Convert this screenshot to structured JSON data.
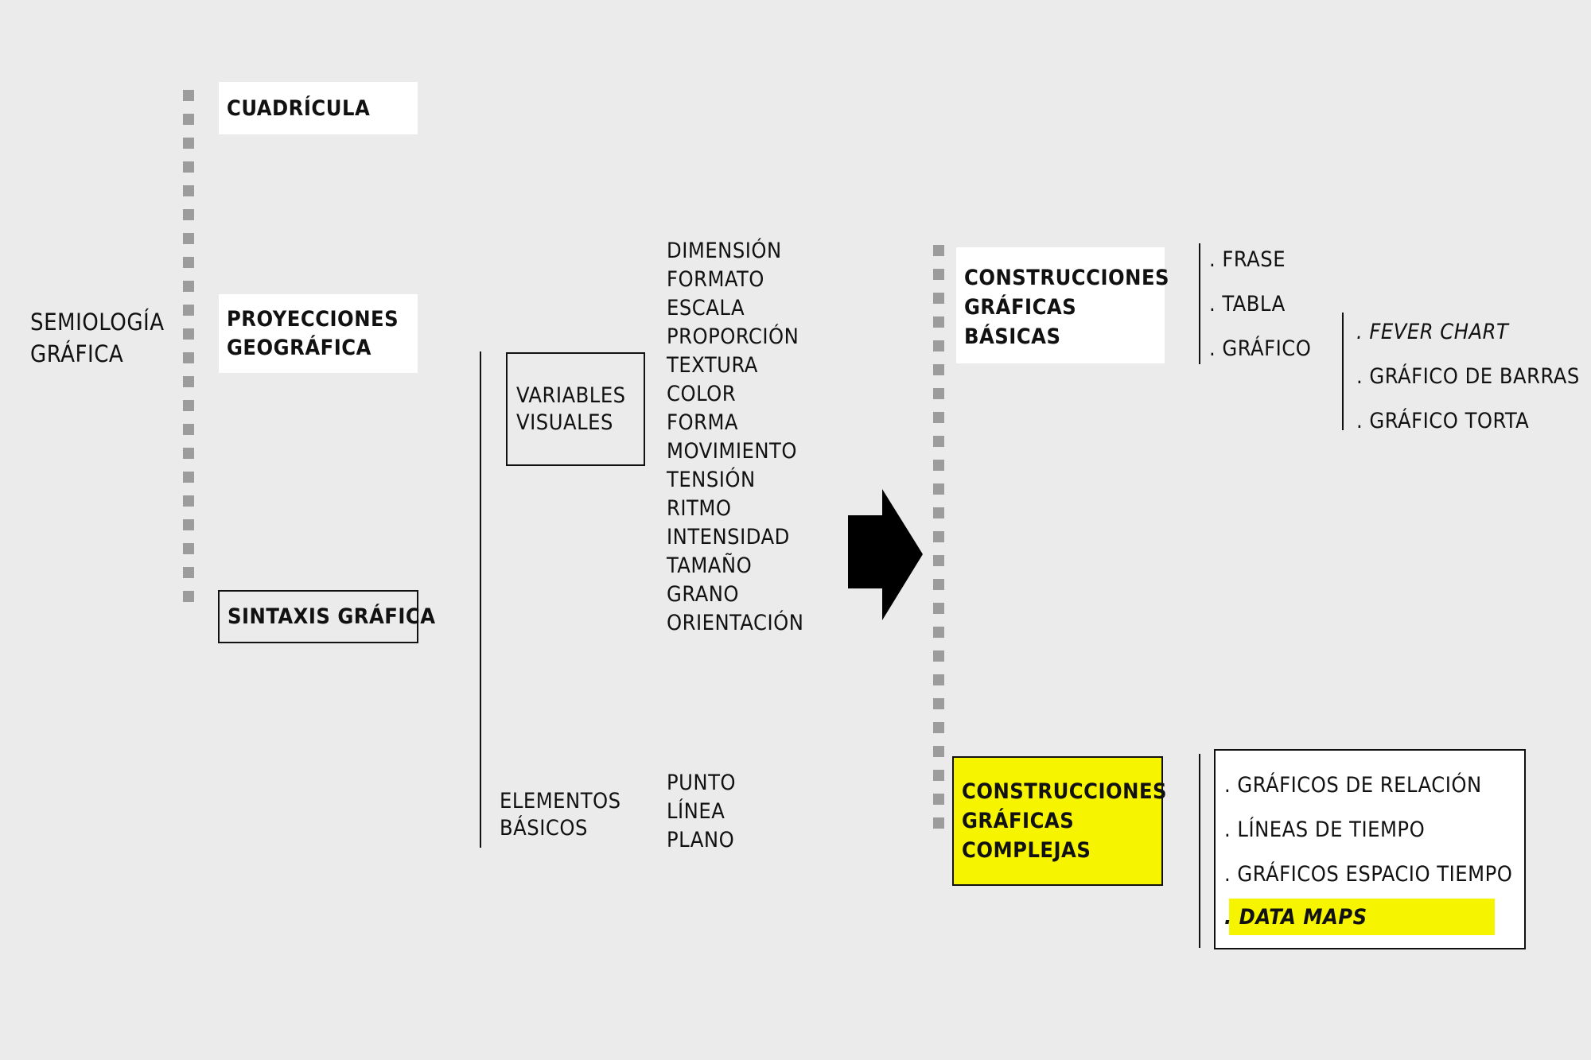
{
  "root": {
    "line1": "SEMIOLOGÍA",
    "line2": "GRÁFICA"
  },
  "branch_a": [
    {
      "id": "cuadricula",
      "label": "CUADRÍCULA"
    },
    {
      "id": "proyecciones",
      "line1": "PROYECCIONES",
      "line2": "GEOGRÁFICA"
    },
    {
      "id": "sintaxis",
      "label": "SINTAXIS GRÁFICA"
    }
  ],
  "variables": {
    "line1": "VARIABLES",
    "line2": "VISUALES",
    "items": [
      "DIMENSIÓN",
      "FORMATO",
      "ESCALA",
      "PROPORCIÓN",
      "TEXTURA",
      "COLOR",
      "FORMA",
      "MOVIMIENTO",
      "TENSIÓN",
      "RITMO",
      "INTENSIDAD",
      "TAMAÑO",
      "GRANO",
      "ORIENTACIÓN"
    ]
  },
  "elementos": {
    "line1": "ELEMENTOS",
    "line2": "BÁSICOS",
    "items": [
      "PUNTO",
      "LÍNEA",
      "PLANO"
    ]
  },
  "basicas": {
    "line1": "CONSTRUCCIONES",
    "line2": "GRÁFICAS",
    "line3": "BÁSICAS",
    "items": [
      ". FRASE",
      ". TABLA",
      ". GRÁFICO"
    ],
    "grafico_items": [
      ". FEVER CHART",
      ". GRÁFICO DE BARRAS",
      ". GRÁFICO TORTA"
    ]
  },
  "complejas": {
    "line1": "CONSTRUCCIONES",
    "line2": "GRÁFICAS",
    "line3": "COMPLEJAS",
    "items": [
      ". GRÁFICOS DE RELACIÓN",
      ". LÍNEAS DE TIEMPO",
      ". GRÁFICOS ESPACIO TIEMPO"
    ],
    "highlight": ". DATA MAPS"
  },
  "colors": {
    "background": "#ebebeb",
    "highlight": "#f7f400",
    "dots": "#9c9c9c",
    "ink": "#111111"
  }
}
